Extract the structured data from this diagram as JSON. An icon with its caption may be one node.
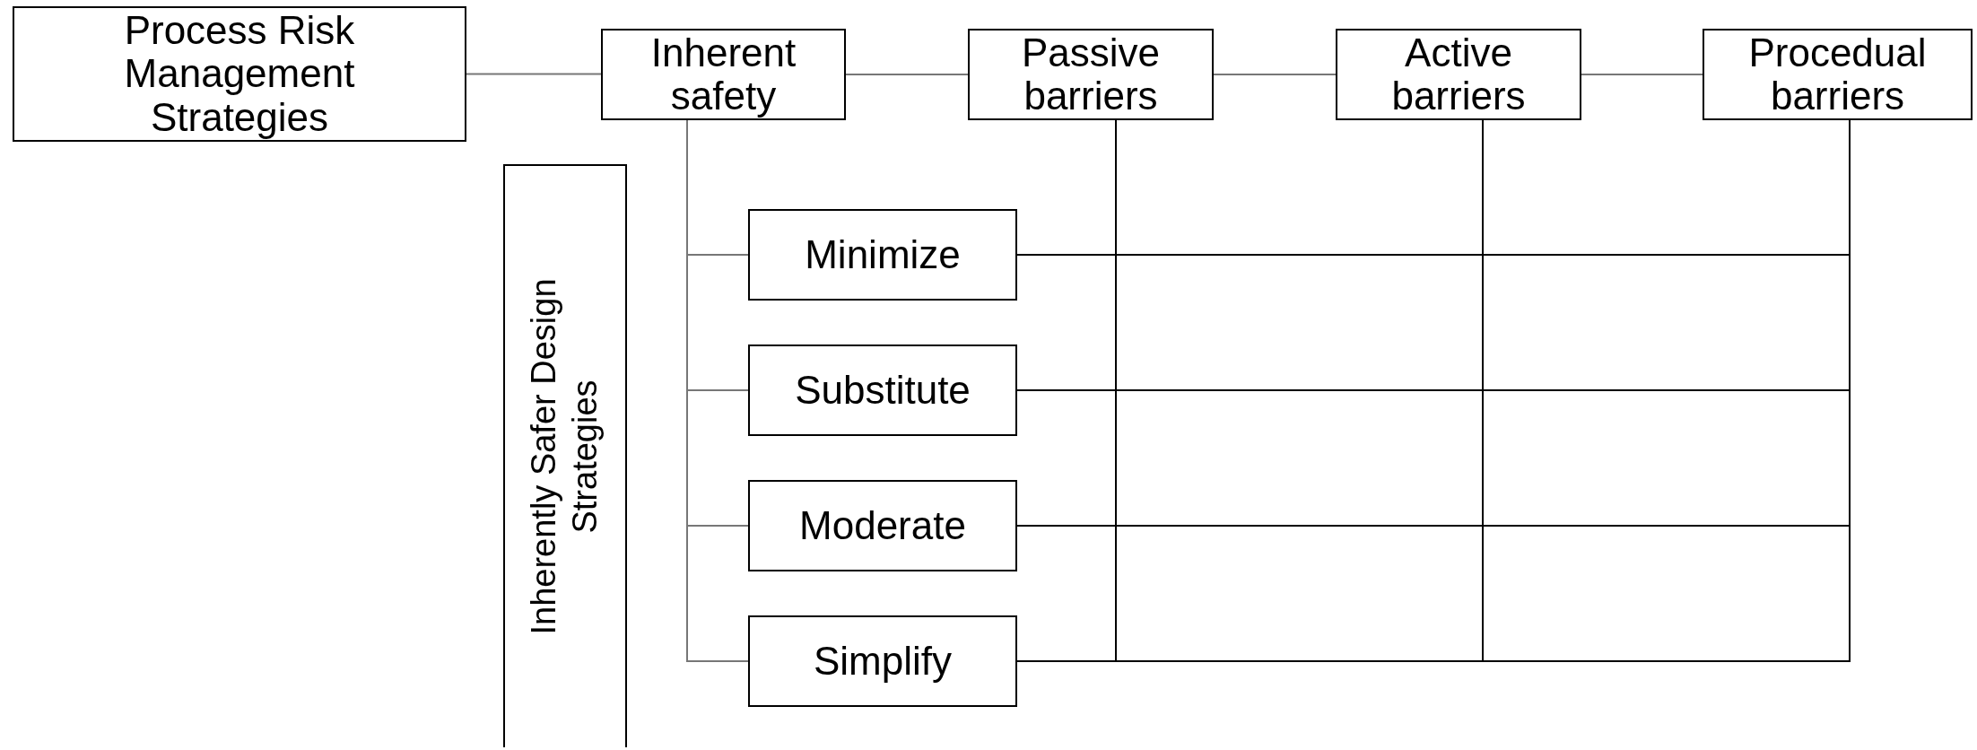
{
  "diagram": {
    "nodes": [
      {
        "text": [
          "Process Risk Management Strategies"
        ]
      },
      {
        "text": [
          "Inherent safety"
        ]
      },
      {
        "text": [
          "Passive barriers"
        ]
      },
      {
        "text": [
          "Active barriers"
        ]
      },
      {
        "text": [
          "Procedual barriers"
        ]
      },
      {
        "text": [
          "Inherently Safer Design Strategies"
        ]
      },
      {
        "text": [
          "Minimize"
        ]
      },
      {
        "text": [
          "Substitute"
        ]
      },
      {
        "text": [
          "Moderate"
        ]
      },
      {
        "text": [
          "Simplify"
        ]
      }
    ],
    "edges": [
      {
        "from": 0,
        "to": 1,
        "arrow": "none"
      },
      {
        "from": 1,
        "to": 2,
        "arrow": "none"
      },
      {
        "from": 2,
        "to": 3,
        "arrow": "none"
      },
      {
        "from": 3,
        "to": 4,
        "arrow": "none"
      },
      {
        "from": 1,
        "to": 6,
        "arrow": "none"
      },
      {
        "from": 1,
        "to": 7,
        "arrow": "none"
      },
      {
        "from": 1,
        "to": 8,
        "arrow": "none"
      },
      {
        "from": 1,
        "to": 9,
        "arrow": "none"
      },
      {
        "from": 6,
        "to": 4,
        "arrow": "none",
        "color": "#000000"
      },
      {
        "from": 7,
        "to": 4,
        "arrow": "none",
        "color": "#000000"
      },
      {
        "from": 8,
        "to": 4,
        "arrow": "none",
        "color": "#000000"
      },
      {
        "from": 9,
        "to": 4,
        "arrow": "none",
        "color": "#000000"
      },
      {
        "from": 2,
        "to": 9,
        "arrow": "none",
        "color": "#000000"
      },
      {
        "from": 3,
        "to": 9,
        "arrow": "none",
        "color": "#000000"
      }
    ]
  }
}
